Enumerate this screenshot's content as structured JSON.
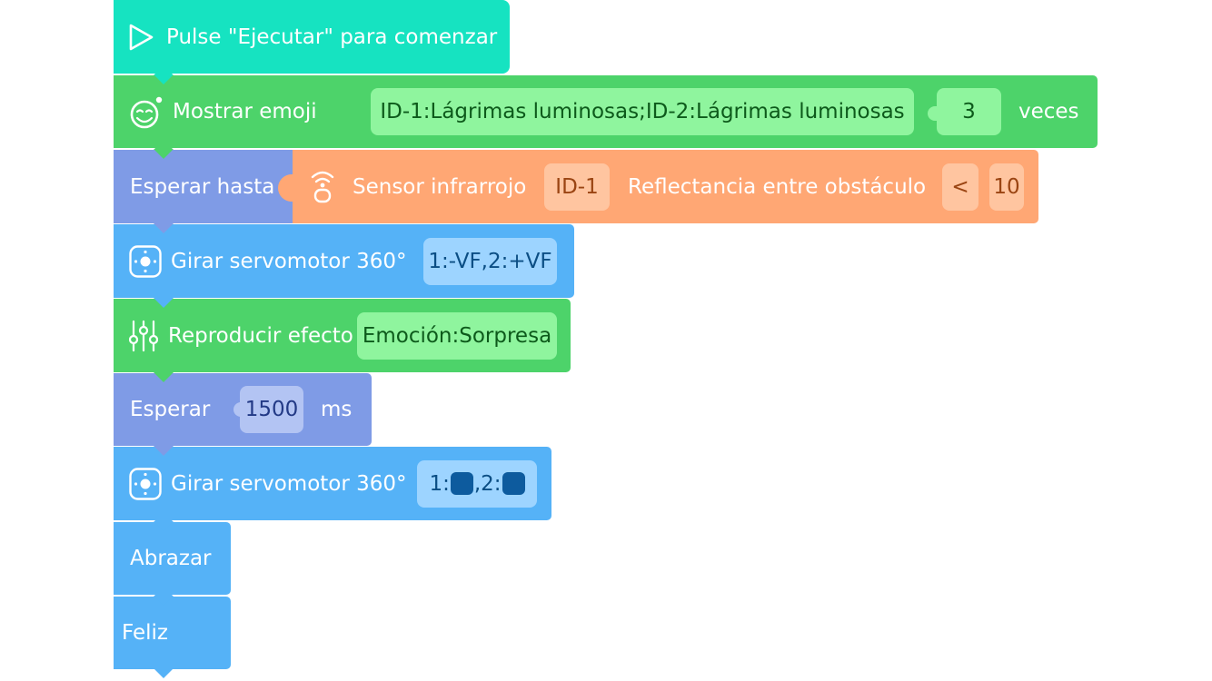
{
  "colors": {
    "start": "#16e3c1",
    "looks": "#4dd36a",
    "control": "#7f9be6",
    "sensor": "#ffa774",
    "motion": "#55b2f7",
    "servo_speed_swatch": "#0d5b9e"
  },
  "blocks": {
    "start": {
      "icon": "play-icon",
      "label": "Pulse \"Ejecutar\" para comenzar"
    },
    "show_emoji": {
      "icon": "emoji-face-icon",
      "label": "Mostrar emoji",
      "emoji_value": "ID-1:Lágrimas luminosas;ID-2:Lágrimas luminosas",
      "times_value": "3",
      "times_suffix": "veces"
    },
    "wait_until": {
      "label": "Esperar hasta"
    },
    "infrared_sensor": {
      "icon": "infrared-sensor-icon",
      "label": "Sensor infrarrojo",
      "sensor_id": "ID-1",
      "property": "Reflectancia entre obstáculo",
      "operator": "<",
      "threshold": "10"
    },
    "servo_1": {
      "icon": "servo-icon",
      "label": "Girar servomotor 360°",
      "value": "1:-VF,2:+VF"
    },
    "play_effect": {
      "icon": "equalizer-icon",
      "label": "Reproducir efecto",
      "value": "Emoción:Sorpresa"
    },
    "wait": {
      "label": "Esperar",
      "value": "1500",
      "unit": "ms"
    },
    "servo_2": {
      "icon": "servo-icon",
      "label": "Girar servomotor 360°",
      "prefix_1": "1:",
      "prefix_2": ",2:"
    },
    "hug": {
      "label": "Abrazar"
    },
    "happy": {
      "label": "Feliz"
    }
  }
}
